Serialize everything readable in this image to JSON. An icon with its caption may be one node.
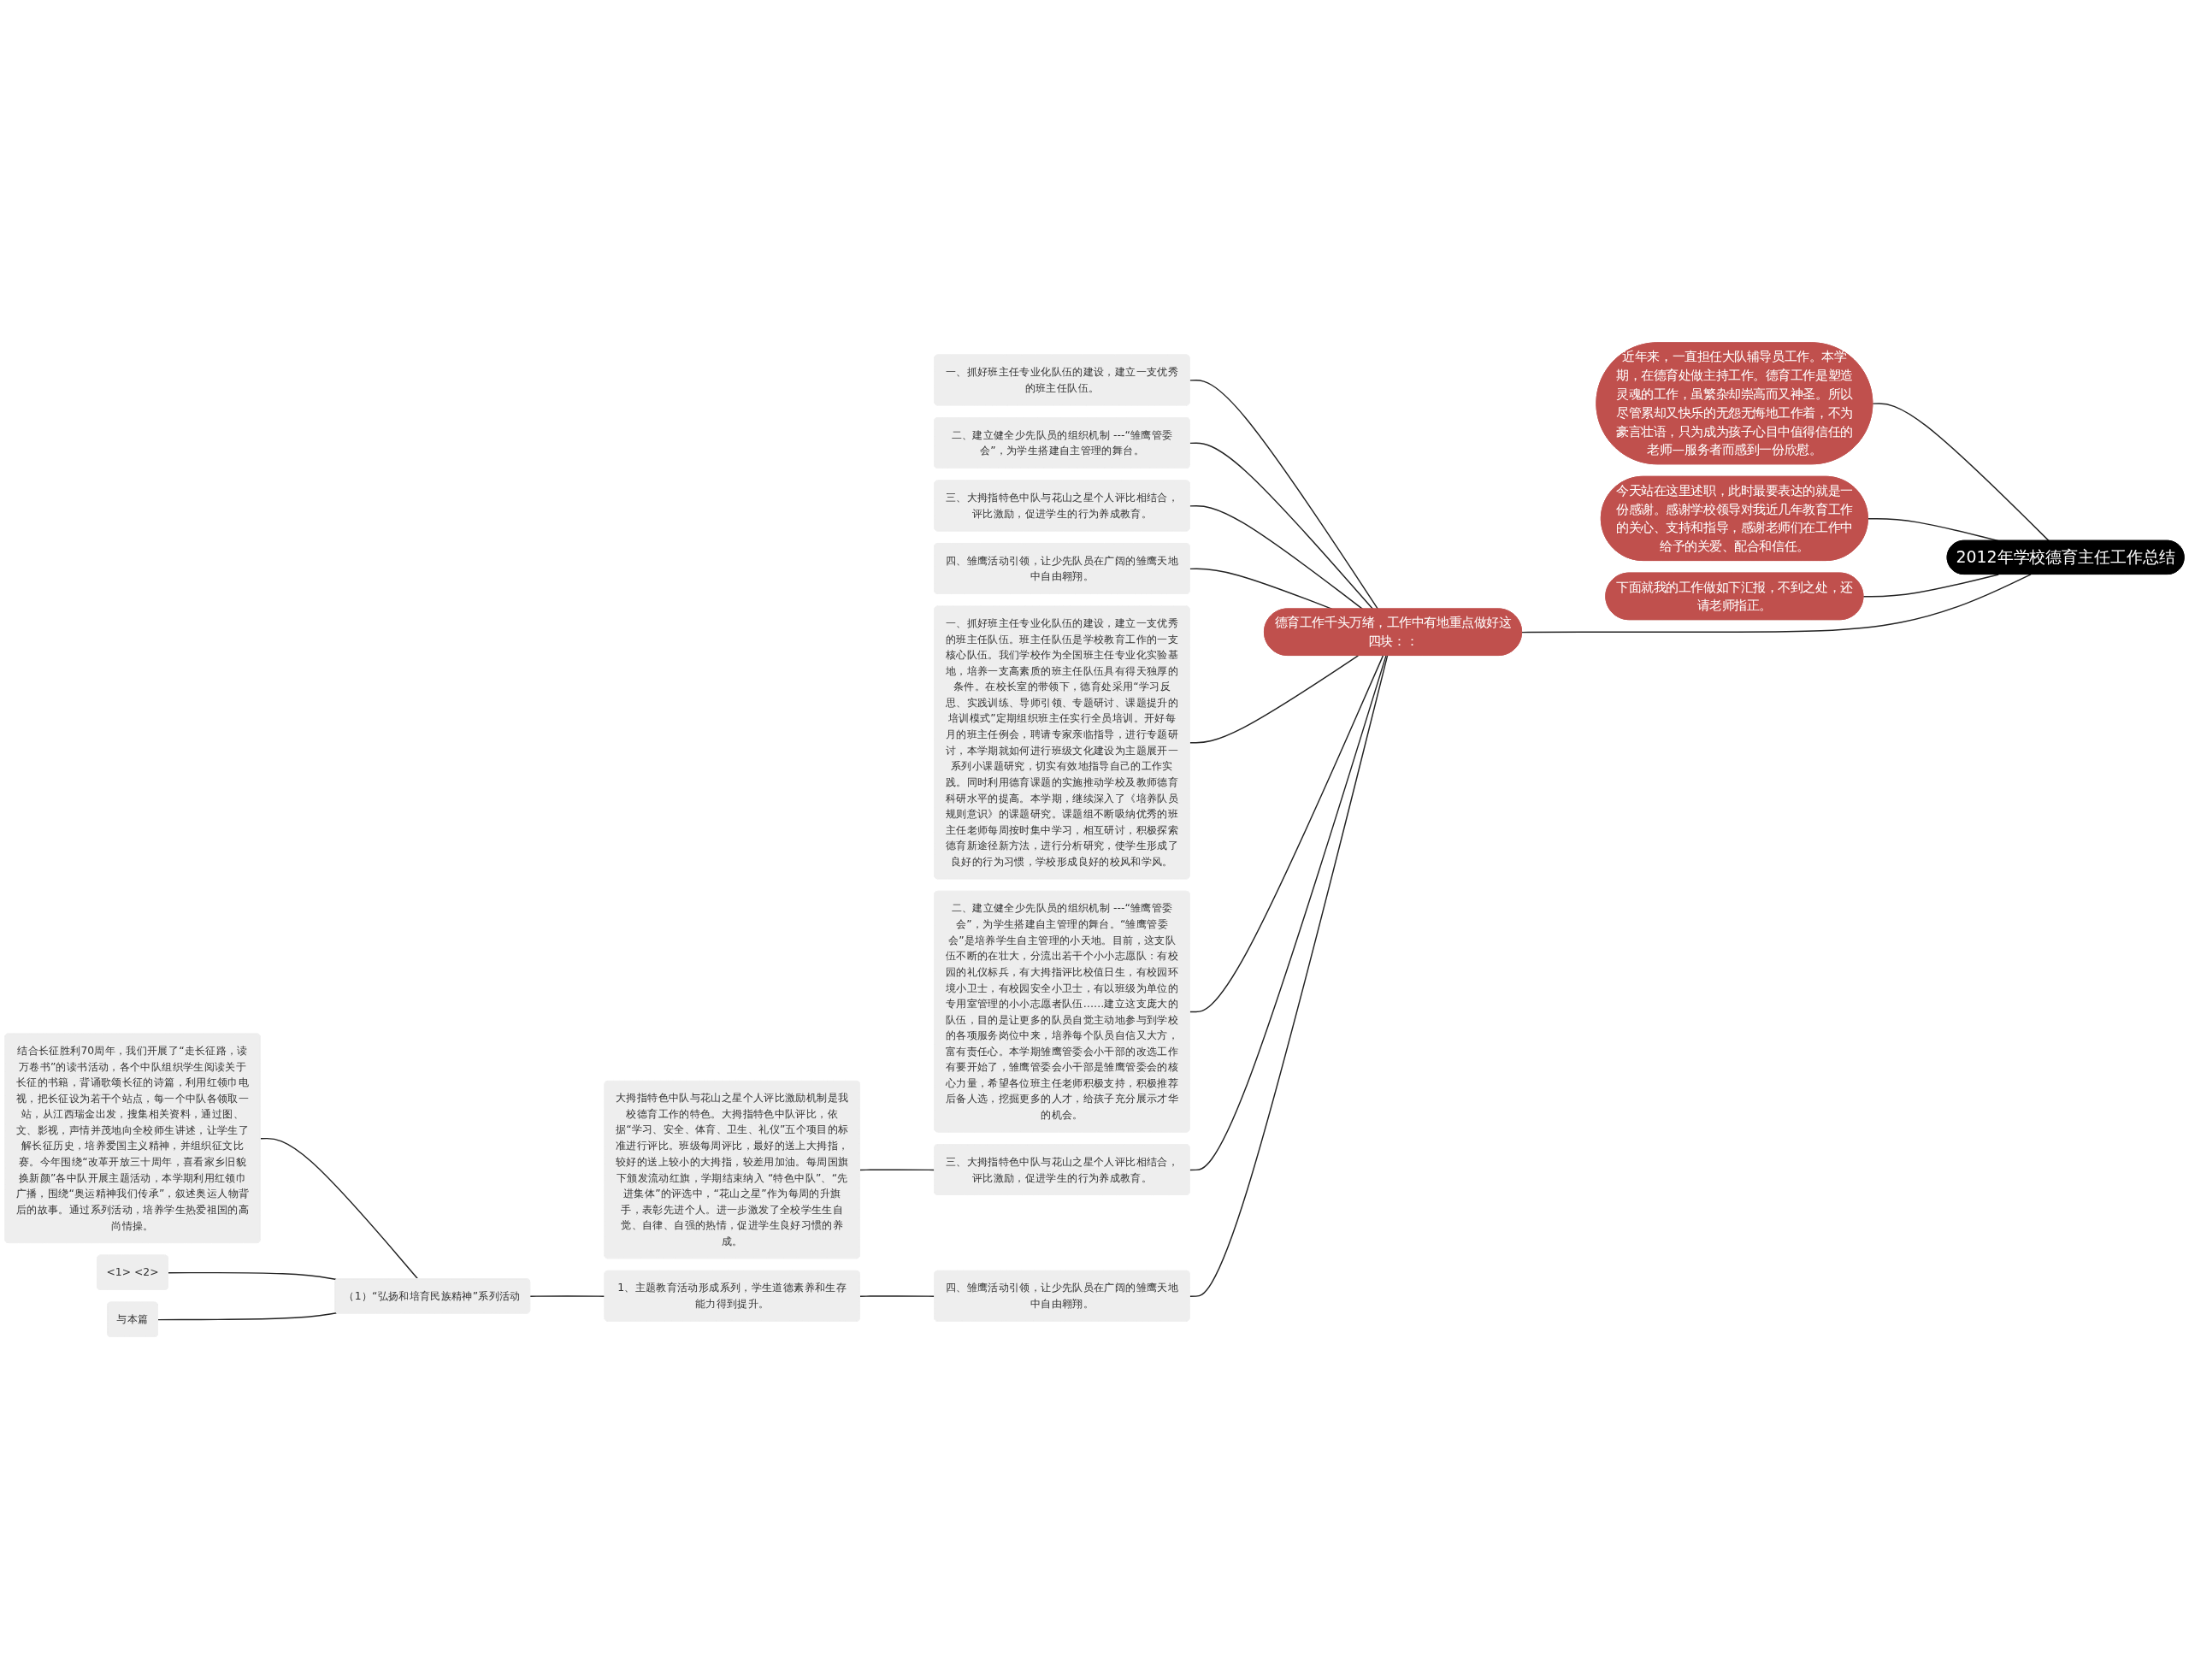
{
  "diagram": {
    "nodes": [
      {
        "text": [
          "2012年学校德育主任工作总结"
        ]
      },
      {
        "text": [
          "近年来，一直担任大队辅导员工作。本学期，在德育处做主持工作。德育工作是塑造灵魂的工作，虽繁杂却崇高而又神圣。所以尽管累却又快乐的无怨无悔地工作着，不为豪言壮语，只为成为孩子心目中值得信任的老师—服务者而感到一份欣慰。"
        ]
      },
      {
        "text": [
          "今天站在这里述职，此时最要表达的就是一份感谢。感谢学校领导对我近几年教育工作的关心、支持和指导，感谢老师们在工作中给予的关爱、配合和信任。"
        ]
      },
      {
        "text": [
          "下面就我的工作做如下汇报，不到之处，还请老师指正。"
        ]
      },
      {
        "text": [
          "德育工作千头万绪，工作中有地重点做好这四块：："
        ]
      },
      {
        "text": [
          "一、抓好班主任专业化队伍的建设，建立一支优秀的班主任队伍。"
        ]
      },
      {
        "text": [
          "二、建立健全少先队员的组织机制 ---“雏鹰管委会”，为学生搭建自主管理的舞台。"
        ]
      },
      {
        "text": [
          "三、大拇指特色中队与花山之星个人评比相结合，评比激励，促进学生的行为养成教育。"
        ]
      },
      {
        "text": [
          "四、雏鹰活动引领，让少先队员在广阔的雏鹰天地中自由翱翔。"
        ]
      },
      {
        "text": [
          "一、抓好班主任专业化队伍的建设，建立一支优秀的班主任队伍。班主任队伍是学校教育工作的一支核心队伍。我们学校作为全国班主任专业化实验基地，培养一支高素质的班主任队伍具有得天独厚的条件。在校长室的带领下，德育处采用“学习反思、实践训练、导师引领、专题研讨、课题提升的培训模式”定期组织班主任实行全员培训。开好每月的班主任例会，聘请专家亲临指导，进行专题研讨，本学期就如何进行班级文化建设为主题展开一系列小课题研究，切实有效地指导自己的工作实践。同时利用德育课题的实施推动学校及教师德育科研水平的提高。本学期，继续深入了《培养队员规则意识》的课题研究。课题组不断吸纳优秀的班主任老师每周按时集中学习，相互研讨，积极探索德育新途径新方法，进行分析研究，使学生形成了良好的行为习惯，学校形成良好的校风和学风。"
        ]
      },
      {
        "text": [
          "二、建立健全少先队员的组织机制 ---“雏鹰管委会”，为学生搭建自主管理的舞台。“雏鹰管委会”是培养学生自主管理的小天地。目前，这支队伍不断的在壮大，分流出若干个小小志愿队：有校园的礼仪标兵，有大拇指评比校值日生，有校园环境小卫士，有校园安全小卫士，有以班级为单位的专用室管理的小小志愿者队伍……建立这支庞大的队伍，目的是让更多的队员自觉主动地参与到学校的各项服务岗位中来，培养每个队员自信又大方，富有责任心。本学期雏鹰管委会小干部的改选工作有要开始了，雏鹰管委会小干部是雏鹰管委会的核心力量，希望各位班主任老师积极支持，积极推荐后备人选，挖掘更多的人才，给孩子充分展示才华的机会。"
        ]
      },
      {
        "text": [
          "三、大拇指特色中队与花山之星个人评比相结合，评比激励，促进学生的行为养成教育。"
        ]
      },
      {
        "text": [
          "大拇指特色中队与花山之星个人评比激励机制是我校德育工作的特色。大拇指特色中队评比，依据“学习、安全、体育、卫生、礼仪”五个项目的标准进行评比。班级每周评比，最好的送上大拇指，较好的送上较小的大拇指，较差用加油。每周国旗下颁发流动红旗，学期结束纳入 “特色中队”、“先进集体”的评选中，“花山之星”作为每周的升旗手，表彰先进个人。进一步激发了全校学生生自觉、自律、自强的热情，促进学生良好习惯的养成。"
        ]
      },
      {
        "text": [
          "四、雏鹰活动引领，让少先队员在广阔的雏鹰天地中自由翱翔。"
        ]
      },
      {
        "text": [
          "1、主题教育活动形成系列，学生道德素养和生存能力得到提升。"
        ]
      },
      {
        "text": [
          "（1）“弘扬和培育民族精神”系列活动"
        ]
      },
      {
        "text": [
          "结合长征胜利70周年，我们开展了“走长征路，读万卷书”的读书活动，各个中队组织学生阅读关于长征的书籍，背诵歌颂长征的诗篇，利用红领巾电视，把长征设为若干个站点，每一个中队各领取一站，从江西瑞金出发，搜集相关资料，通过图、文、影视，声情并茂地向全校师生讲述，让学生了解长征历史，培养爱国主义精神，并组织征文比赛。今年围绕“改革开放三十周年，喜看家乡旧貌换新颜”各中队开展主题活动，本学期利用红领巾广播，围绕“奥运精神我们传承”，叙述奥运人物背后的故事。通过系列活动，培养学生热爱祖国的高尚情操。"
        ]
      },
      {
        "text": [
          "<1> <2>"
        ]
      },
      {
        "text": [
          "与本篇"
        ]
      }
    ],
    "edges": [
      {
        "from": 0,
        "to": 1,
        "arrow": "none"
      },
      {
        "from": 0,
        "to": 2,
        "arrow": "none"
      },
      {
        "from": 0,
        "to": 3,
        "arrow": "none"
      },
      {
        "from": 0,
        "to": 4,
        "arrow": "none"
      },
      {
        "from": 4,
        "to": 5,
        "arrow": "none"
      },
      {
        "from": 4,
        "to": 6,
        "arrow": "none"
      },
      {
        "from": 4,
        "to": 7,
        "arrow": "none"
      },
      {
        "from": 4,
        "to": 8,
        "arrow": "none"
      },
      {
        "from": 4,
        "to": 9,
        "arrow": "none"
      },
      {
        "from": 4,
        "to": 10,
        "arrow": "none"
      },
      {
        "from": 4,
        "to": 11,
        "arrow": "none"
      },
      {
        "from": 4,
        "to": 13,
        "arrow": "none"
      },
      {
        "from": 11,
        "to": 12,
        "arrow": "none"
      },
      {
        "from": 13,
        "to": 14,
        "arrow": "none"
      },
      {
        "from": 14,
        "to": 15,
        "arrow": "none"
      },
      {
        "from": 15,
        "to": 16,
        "arrow": "none"
      },
      {
        "from": 15,
        "to": 17,
        "arrow": "none"
      },
      {
        "from": 15,
        "to": 18,
        "arrow": "none"
      }
    ]
  }
}
